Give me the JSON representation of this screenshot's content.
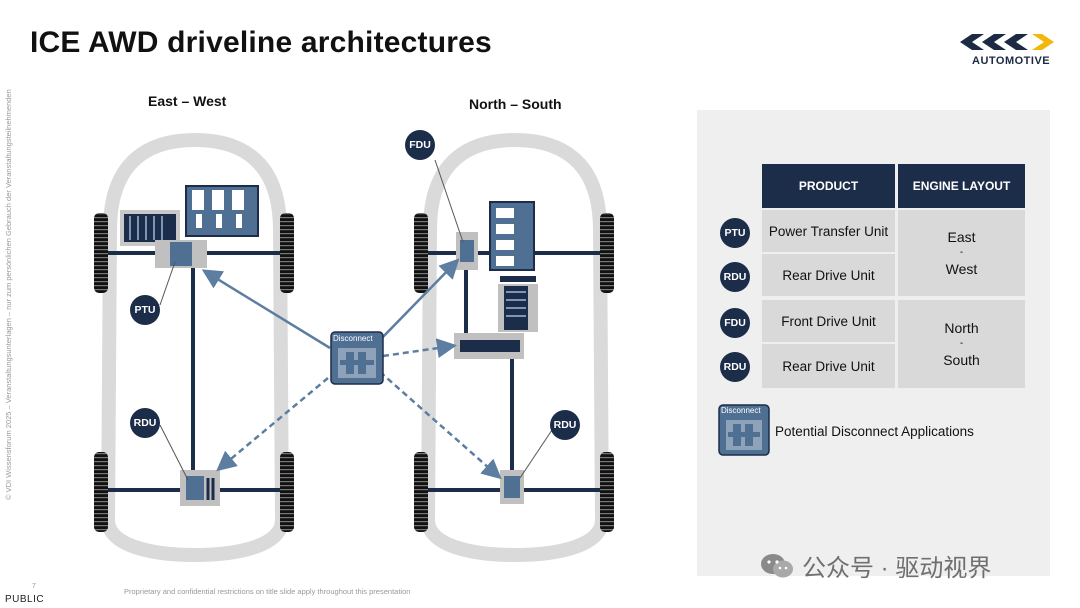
{
  "title": "ICE AWD driveline architectures",
  "logo": {
    "text": "AUTOMOTIVE",
    "brand_color": "#1c2a44",
    "accent_color": "#f2b707"
  },
  "side_copyright": "© VDI Wissensforum 2025 – Veranstaltungsunterlagen – nur zum persönlichen Gebrauch der Veranstaltungsteilnehmenden",
  "diagram": {
    "east_west_label": "East – West",
    "north_south_label": "North – South",
    "labels": {
      "ptu": "PTU",
      "rdu_left": "RDU",
      "fdu": "FDU",
      "rdu_right": "RDU",
      "disconnect": "Disconnect"
    }
  },
  "table": {
    "headers": [
      "PRODUCT",
      "ENGINE LAYOUT"
    ],
    "group1": {
      "rows": [
        {
          "badge": "PTU",
          "product": "Power Transfer Unit"
        },
        {
          "badge": "RDU",
          "product": "Rear Drive Unit"
        }
      ],
      "layout": [
        "East",
        "-",
        "West"
      ]
    },
    "group2": {
      "rows": [
        {
          "badge": "FDU",
          "product": "Front Drive Unit"
        },
        {
          "badge": "RDU",
          "product": "Rear Drive Unit"
        }
      ],
      "layout": [
        "North",
        "-",
        "South"
      ]
    },
    "legend": {
      "icon_label": "Disconnect",
      "text": "Potential Disconnect  Applications"
    }
  },
  "footer": {
    "note": "Proprietary and confidential restrictions on title slide apply throughout this presentation",
    "page": "7",
    "classification": "PUBLIC"
  },
  "watermark": {
    "text": "公众号 · 驱动视界"
  },
  "colors": {
    "navy": "#1c2d4a",
    "grey_box": "#d9d9d9",
    "panel": "#efefef",
    "arrow": "#5d7ea1"
  }
}
